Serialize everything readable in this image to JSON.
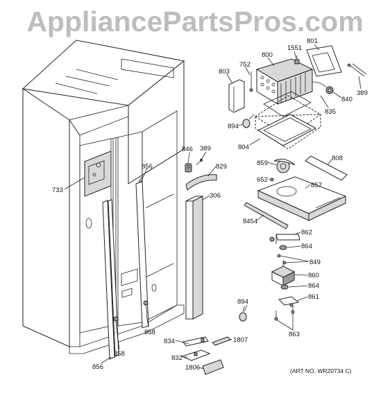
{
  "watermark": "AppliancePartsPros.com",
  "art_number": "(ART NO. WR20734 C)",
  "labels": {
    "p1551": "1551",
    "p801": "801",
    "p800": "800",
    "p752": "752",
    "p803": "803",
    "p389a": "389",
    "p840": "840",
    "p835": "835",
    "p894a": "894",
    "p804": "804",
    "p808": "808",
    "p846": "846",
    "p389b": "389",
    "p829": "829",
    "p856a": "856",
    "p859": "859",
    "p652": "652",
    "p857": "857",
    "p733": "733",
    "p306": "306",
    "p8454": "8454",
    "p862": "862",
    "p864a": "864",
    "p849": "849",
    "p860": "860",
    "p864b": "864",
    "p861": "861",
    "p894b": "894",
    "p863": "863",
    "p858a": "858",
    "p834": "834",
    "p1807": "1807",
    "p832": "832",
    "p858b": "858",
    "p856b": "856",
    "p1806": "1806"
  }
}
